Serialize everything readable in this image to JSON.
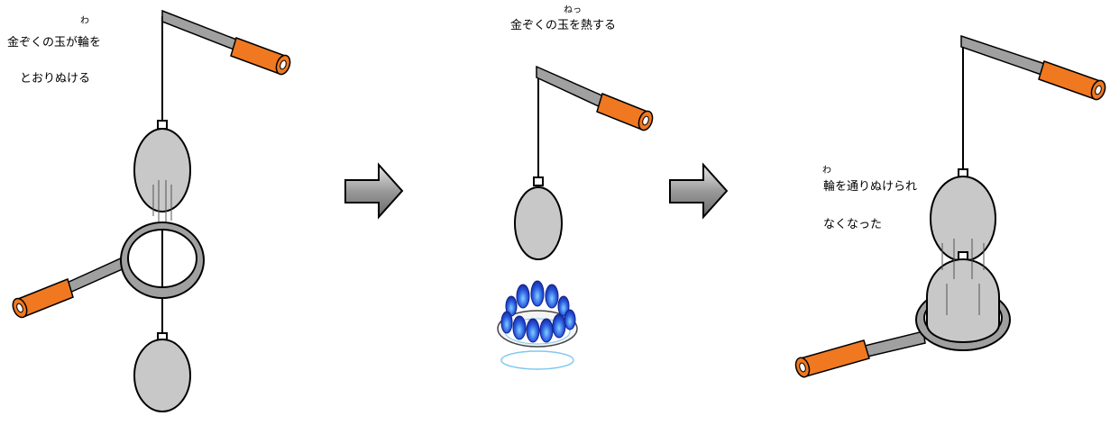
{
  "panel1": {
    "caption_line1": "金ぞくの玉が輪を",
    "caption_line2": "とおりぬける",
    "ruby": "わ"
  },
  "panel2": {
    "caption": "金ぞくの玉を熱する",
    "ruby": "ねっ"
  },
  "panel3": {
    "caption_line1": "輪を通りぬけられ",
    "caption_line2": "なくなった",
    "ruby": "わ"
  },
  "colors": {
    "ball": "#c8c8c8",
    "handle": "#f07820",
    "rod": "#a0a0a0",
    "flame": "#2a3fd0",
    "flame_light": "#4aa0f0",
    "arrow": "#888888"
  }
}
